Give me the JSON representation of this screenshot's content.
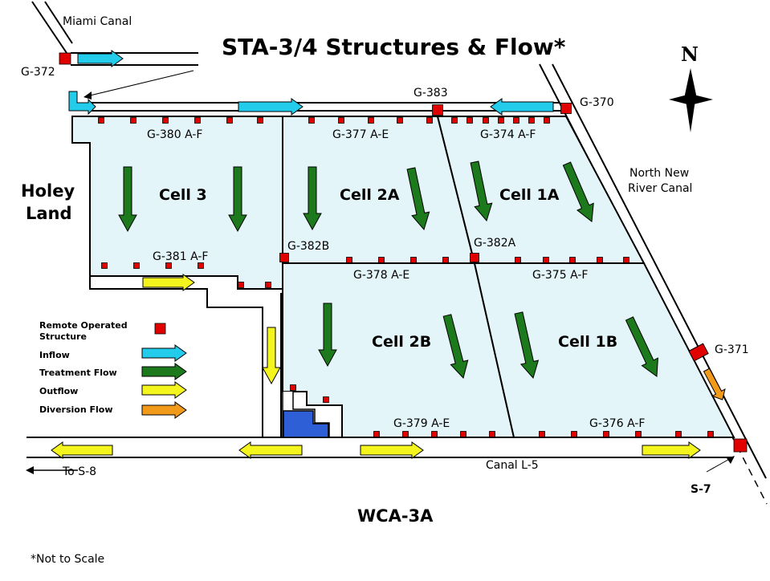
{
  "title": "STA-3/4 Structures & Flow*",
  "footnote": "*Not to Scale",
  "north_label": "N",
  "colors": {
    "cell_fill": "#e3f5f9",
    "structure": "#e00000",
    "inflow": "#22ccea",
    "treatment": "#1c7a1c",
    "outflow": "#f5f51e",
    "diversion": "#f19a1a",
    "pump_block": "#2f5fd6"
  },
  "canals": {
    "miami": "Miami Canal",
    "north_new_river": [
      "North New",
      "River Canal"
    ],
    "l5": "Canal L-5",
    "to_s8": "To S-8"
  },
  "areas": {
    "holey_land": [
      "Holey",
      "Land"
    ],
    "wca": "WCA-3A"
  },
  "cells": {
    "cell3": "Cell 3",
    "cell2a": "Cell 2A",
    "cell1a": "Cell 1A",
    "cell2b": "Cell 2B",
    "cell1b": "Cell 1B"
  },
  "structures": {
    "g372": "G-372",
    "g383": "G-383",
    "g370": "G-370",
    "g380": "G-380 A-F",
    "g377": "G-377 A-E",
    "g374": "G-374 A-F",
    "g382b": "G-382B",
    "g382a": "G-382A",
    "g381": "G-381 A-F",
    "g378": "G-378 A-E",
    "g375": "G-375 A-F",
    "g371": "G-371",
    "g379": "G-379 A-E",
    "g376": "G-376 A-F",
    "s7": "S-7"
  },
  "legend": {
    "remote": [
      "Remote Operated",
      "Structure"
    ],
    "inflow": "Inflow",
    "treatment": "Treatment Flow",
    "outflow": "Outflow",
    "diversion": "Diversion Flow"
  }
}
